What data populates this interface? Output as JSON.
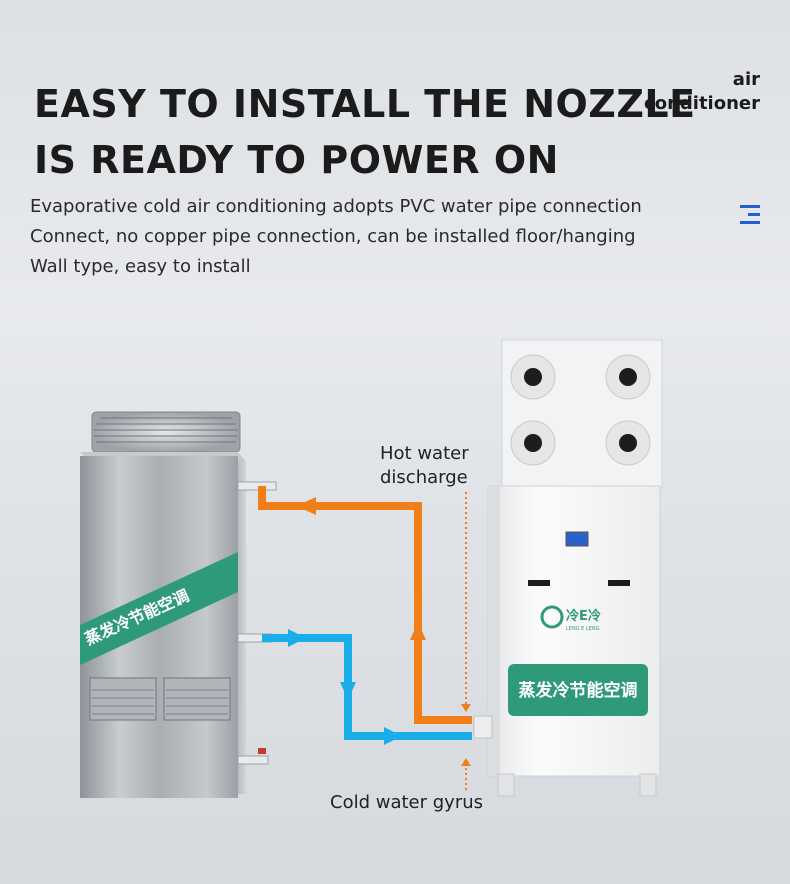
{
  "headline": {
    "line1": "EASY TO INSTALL THE NOZZLE",
    "line2": "IS READY TO POWER ON"
  },
  "brand": {
    "line1": "air",
    "line2": "conditioner"
  },
  "description": {
    "line1": "Evaporative cold air conditioning adopts PVC water pipe connection",
    "line2": "Connect, no copper pipe connection, can be installed floor/hanging",
    "line3": "Wall type, easy to install"
  },
  "labels": {
    "hot_line1": "Hot water",
    "hot_line2": "discharge",
    "cold": "Cold water gyrus"
  },
  "unit_text": {
    "left_band": "蒸发冷节能空调",
    "right_band": "蒸发冷节能空调",
    "logo": "冷E冷",
    "logo_sub": "LENG E LENG"
  },
  "icons": {
    "menu": "menu-lines-icon"
  },
  "colors": {
    "hot_pipe": "#f07f1a",
    "cold_pipe": "#1aaee8",
    "band": "#2f9a7a",
    "accent": "#1f5fd1"
  }
}
